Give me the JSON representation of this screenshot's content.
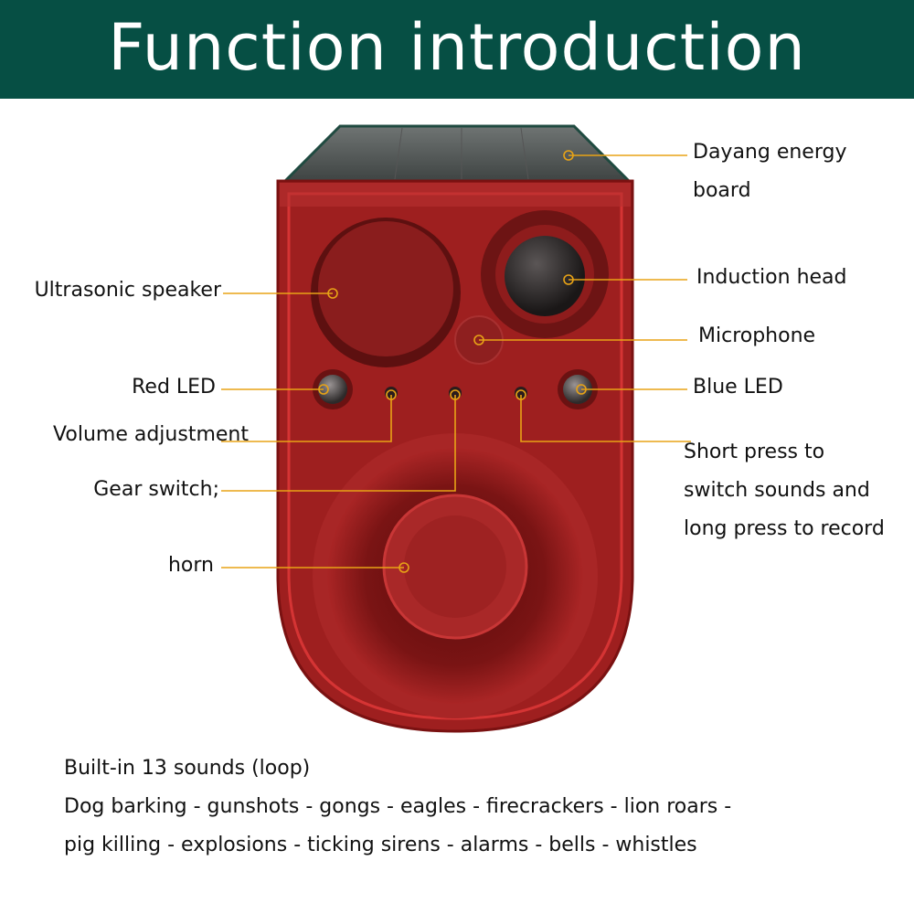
{
  "header": {
    "title": "Function introduction"
  },
  "colors": {
    "header_bg": "#064f44",
    "device_red": "#9e1f1f",
    "leader_line": "#e8a316"
  },
  "labels": {
    "solar_panel": [
      "Dayang energy",
      "board"
    ],
    "ultrasonic_speaker": "Ultrasonic speaker",
    "induction_head": "Induction head",
    "microphone": "Microphone",
    "red_led": "Red LED",
    "blue_led": "Blue LED",
    "volume": "Volume adjustment",
    "gear_switch": "Gear switch;",
    "sound_button": [
      "Short press to",
      "switch sounds and",
      "long press to record"
    ],
    "horn": "horn"
  },
  "footer": {
    "line1": "Built-in 13 sounds (loop)",
    "line2": "Dog barking - gunshots - gongs - eagles - firecrackers - lion roars -",
    "line3": "pig killing - explosions - ticking sirens - alarms - bells - whistles"
  }
}
